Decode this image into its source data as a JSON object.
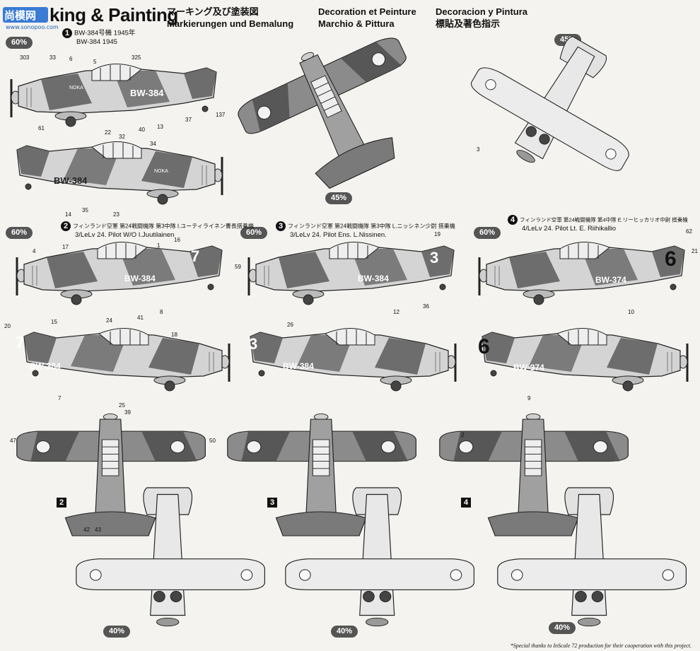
{
  "watermark": {
    "text": "尚模网",
    "sub": "www.sonopoo.com"
  },
  "header": {
    "title": "king & Painting",
    "col_jp": [
      "マーキング及び塗装図",
      "Markierungen und Bemalung"
    ],
    "col_fr": [
      "Decoration et Peinture",
      "Marchio & Pittura"
    ],
    "col_es": [
      "Decoracion y Pintura",
      "標貼及著色指示"
    ]
  },
  "scales": {
    "s60": "60%",
    "s45": "45%"
  },
  "schemes": [
    {
      "num": "1",
      "line1": "BW-384号機 1945年",
      "line2": "BW-384 1945"
    },
    {
      "num": "2",
      "line1": "フィンランド空軍 第24戦闘機隊 第3中隊 I.ユーティライネン曹長搭乗機",
      "line2": "3/LeLv 24. Pilot W/O I.Juutilainen"
    },
    {
      "num": "3",
      "line1": "フィンランド空軍 第24戦闘機隊 第3中隊 L.ニッシネン少尉 搭乗機",
      "line2": "3/LeLv 24. Pilot Ens. L.Nissinen."
    },
    {
      "num": "4",
      "line1": "フィンランド空軍 第24戦闘機隊 第4中隊 E.リーヒッカリオ中尉 搭乗機",
      "line2": "4/LeLv 24. Pilot Lt. E. Riihikallio"
    }
  ],
  "codes": {
    "bw384": "BW-384",
    "bw374": "BW-374",
    "n7": "7",
    "n3": "3",
    "n6": "6",
    "noka": "NOKA"
  },
  "bottom_pct": "40%",
  "footnote": "*Special thanks to InScale 72 production for their cooperation with this project.",
  "palette": {
    "dark": "#3b3b3b",
    "mid": "#8c8c8c",
    "light": "#d0d0d0",
    "bg": "#f4f3ef"
  },
  "callout_labels": [
    "303",
    "33",
    "6",
    "5",
    "325",
    "22",
    "32",
    "40",
    "13",
    "37",
    "137",
    "61",
    "35",
    "34",
    "14",
    "23",
    "16",
    "1",
    "4",
    "59",
    "17",
    "24",
    "8",
    "41",
    "12",
    "36",
    "10",
    "21",
    "62",
    "19",
    "20",
    "15",
    "18",
    "7",
    "25",
    "26",
    "9",
    "39",
    "47",
    "50",
    "42",
    "43",
    "2",
    "3"
  ]
}
